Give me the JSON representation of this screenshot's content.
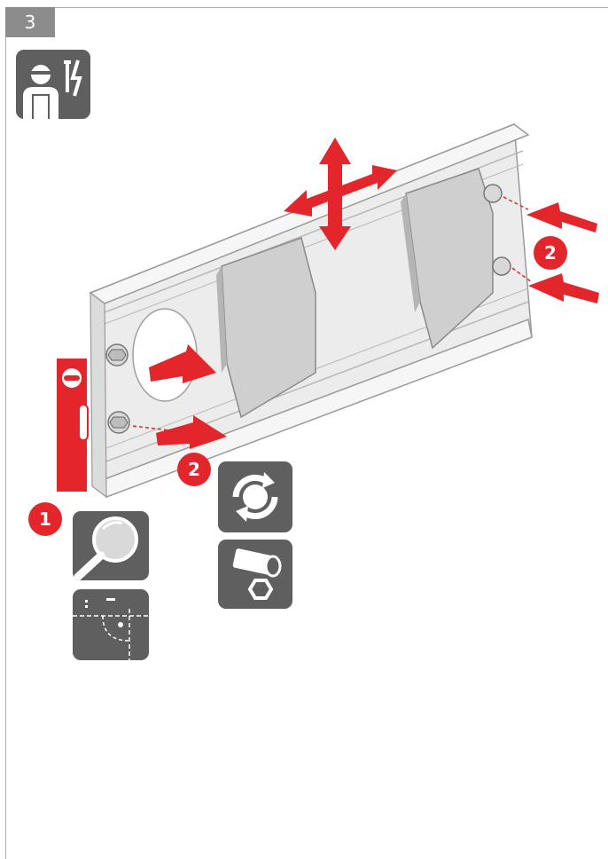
{
  "step": {
    "number": "3"
  },
  "callouts": {
    "level_marker": "1",
    "fix_marker_left": "2",
    "fix_marker_right": "2"
  },
  "icons": {
    "technician": "technician-tools-icon",
    "magnifier": "magnifier-icon",
    "alignment": "alignment-layout-icon",
    "rotate": "rotate-tighten-icon",
    "socket": "socket-wrench-icon"
  },
  "colors": {
    "accent": "#e3262b",
    "icon_bg": "#5f5f5f",
    "tab_bg": "#8c8c8c"
  }
}
